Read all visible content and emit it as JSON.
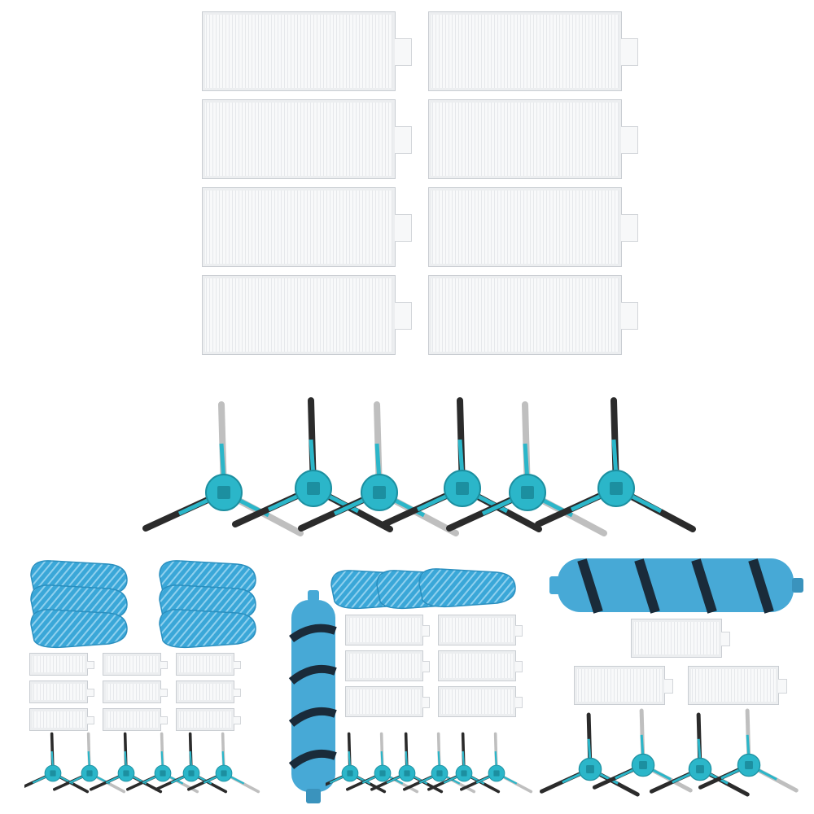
{
  "colors": {
    "brush_hub": "#2bb6c9",
    "brush_hub_dark": "#1c8fa0",
    "bristle_dark": "#2b2b2b",
    "bristle_light": "#bfbfbf",
    "mop_pad": "#3aa7d8",
    "roller_body": "#47a9d6",
    "roller_stripe": "#1a2b3a",
    "filter_frame": "#f3f4f6"
  },
  "products": {
    "large_filters": {
      "icon": "hepa-filter-icon",
      "count": 8
    },
    "large_side_brushes": {
      "icon": "side-brush-icon",
      "count": 6
    },
    "bundle_a": {
      "mop_pads": 6,
      "filters": 9,
      "side_brushes": 6
    },
    "bundle_b": {
      "mop_pads": 3,
      "rollers": 1,
      "filters": 6,
      "side_brushes": 6
    },
    "bundle_c": {
      "rollers": 1,
      "filters": 3,
      "side_brushes": 4
    }
  }
}
